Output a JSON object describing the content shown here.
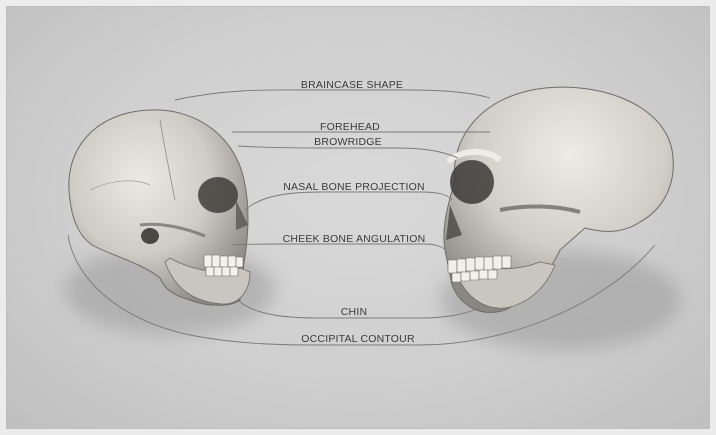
{
  "labels": {
    "braincase_shape": "BRAINCASE SHAPE",
    "forehead": "FOREHEAD",
    "browridge": "BROWRIDGE",
    "nasal_bone_projection": "NASAL BONE PROJECTION",
    "cheek_bone_angulation": "CHEEK BONE ANGULATION",
    "chin": "CHIN",
    "occipital_contour": "OCCIPITAL CONTOUR"
  },
  "colors": {
    "background": "#d2d2d2",
    "line": "#7a7a7a",
    "bone_light": "#e6e3dc",
    "bone_dark": "#8d8a84"
  }
}
